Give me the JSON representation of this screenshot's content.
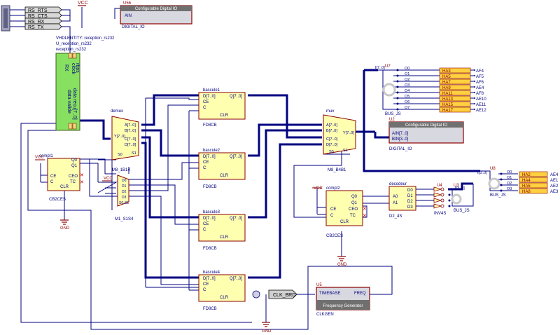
{
  "connector": {
    "ports": [
      "RS_RTS",
      "RS_CTS",
      "RS_RX",
      "RS_TX"
    ]
  },
  "power": {
    "vcc": "VCC",
    "gnd": "GND"
  },
  "u56": {
    "designator": "U56",
    "title": "Configurable Digital IO",
    "pin": "AIN",
    "name": "DIGITAL_IO"
  },
  "rx_block": {
    "entity": "VHDLENTITY: reception_rs232",
    "instance": "U_reception_rs232",
    "label": "reception_rs232",
    "rx": "RX",
    "clock": "clock",
    "rbps": "rbps",
    "data_valide": "data valide",
    "data_recu": "data recu[7..0]"
  },
  "compt1": {
    "title": "compt1",
    "pins": [
      "CE",
      "C",
      "CLR",
      "Q0",
      "Q1",
      "CEO",
      "TC"
    ],
    "part": "CB2CES"
  },
  "demux": {
    "title": "demux",
    "pins": [
      "A[7..0]",
      "B[7..0]",
      "Y[7..0]",
      "C[7..0]",
      "D[7..0]",
      "S0",
      "S1"
    ],
    "part": "M8_1B14"
  },
  "m1": {
    "pins": [
      "D0",
      "D1",
      "D2",
      "D3",
      "S0",
      "S1"
    ],
    "part": "M1_S1S4"
  },
  "bascule1": {
    "title": "bascule1",
    "pins": [
      "D[7..0]",
      "Q[7..0]",
      "CE",
      "C",
      "CLR"
    ],
    "part": "FD8CB"
  },
  "bascule2": {
    "title": "bascule2",
    "pins": [
      "D[7..0]",
      "Q[7..0]",
      "CE",
      "C",
      "CLR"
    ],
    "part": "FD8CB"
  },
  "bascule3": {
    "title": "bascule3",
    "pins": [
      "D[7..0]",
      "Q[7..0]",
      "CE",
      "C",
      "CLR"
    ],
    "part": "FD8CB"
  },
  "bascule4": {
    "title": "bascule4",
    "pins": [
      "D[7..0]",
      "Q[7..0]",
      "CE",
      "C",
      "CLR"
    ],
    "part": "FD8CB"
  },
  "mux": {
    "title": "mux",
    "pins": [
      "A[7..0]",
      "B[7..0]",
      "Y[7..0]",
      "C[7..0]",
      "D[7..0]",
      "S0",
      "S1"
    ],
    "part": "M8_B4B1"
  },
  "u2": {
    "designator": "U2",
    "title": "Configurable Digital IO",
    "pins": [
      "AIN[7..0]",
      "BIN[3..0]"
    ],
    "name": "DIGITAL_IO"
  },
  "u7": {
    "designator": "U7",
    "in_label": "I[7..0]",
    "outputs": [
      "O0",
      "O1",
      "O2",
      "O3",
      "O4",
      "O5",
      "O6",
      "O7"
    ],
    "part": "BUS_JS"
  },
  "ha_top": {
    "nets": [
      "HA3",
      "HA5",
      "HA7",
      "HA9",
      "HA11",
      "HA13",
      "HA15",
      "HA17"
    ],
    "pins": [
      "AF4",
      "AF5",
      "AF6",
      "AE4",
      "AF8",
      "AE10",
      "AE11",
      "AE12"
    ]
  },
  "u8": {
    "designator": "U8",
    "in_label": "I[3..0]",
    "outputs": [
      "O0",
      "O1",
      "O2",
      "O3"
    ],
    "part": "BUS_JS"
  },
  "ha_right": {
    "nets": [
      "HA2",
      "HA4",
      "HA6",
      "HA8"
    ],
    "pins": [
      "AE4",
      "AE1",
      "AE2",
      "AE3"
    ]
  },
  "compt2": {
    "title": "compt2",
    "pins": [
      "CE",
      "C",
      "CLR",
      "Q0",
      "Q1",
      "CEO",
      "TC"
    ],
    "part": "CB2CES"
  },
  "decodeur": {
    "title": "decodeur",
    "pins": [
      "A0",
      "A1",
      "D0",
      "D1",
      "D2",
      "D3"
    ],
    "part": "D2_4S"
  },
  "u4": {
    "designator": "U4",
    "part": "INV4S"
  },
  "u3": {
    "designator": "U3",
    "in_label": "I[3..0]",
    "part": "BUS_JS"
  },
  "u5": {
    "designator": "U5",
    "pins": [
      "TIMEBASE",
      "FREQ"
    ],
    "title": "Frequency Generator",
    "name": "CLKGEN"
  },
  "clk": {
    "label": "CLK_BRD"
  },
  "colors": {
    "wire": "#000080",
    "component_fill": "#ffffb0",
    "component_stroke": "#8b0000",
    "rx_fill": "#88e060",
    "io_header": "#707070",
    "net_fill": "#ffd040",
    "net_text": "#8b0000",
    "pin_text": "#000080"
  }
}
